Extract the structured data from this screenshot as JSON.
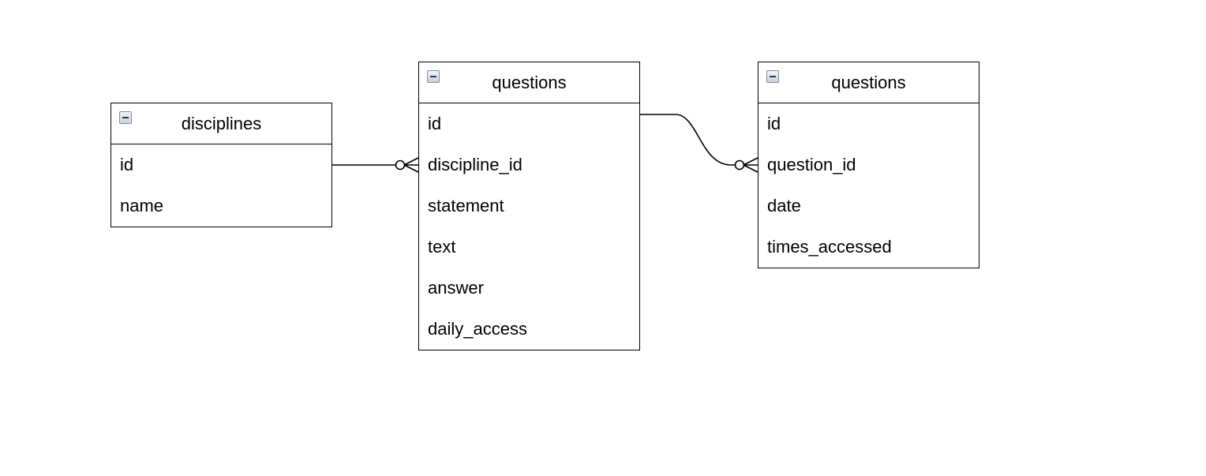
{
  "diagram": {
    "entities": [
      {
        "title": "disciplines",
        "fields": [
          "id",
          "name"
        ]
      },
      {
        "title": "questions",
        "fields": [
          "id",
          "discipline_id",
          "statement",
          "text",
          "answer",
          "daily_access"
        ]
      },
      {
        "title": "questions",
        "fields": [
          "id",
          "question_id",
          "date",
          "times_accessed"
        ]
      }
    ],
    "relationships": [
      {
        "from": "disciplines.id",
        "to": "questions.discipline_id",
        "from_end": "one",
        "to_end": "zero-or-many"
      },
      {
        "from": "questions.id",
        "to": "questions.question_id",
        "from_end": "one",
        "to_end": "zero-or-many"
      }
    ],
    "colors": {
      "line": "#000000",
      "background": "#ffffff",
      "icon_fill": "#d6dce5"
    }
  }
}
